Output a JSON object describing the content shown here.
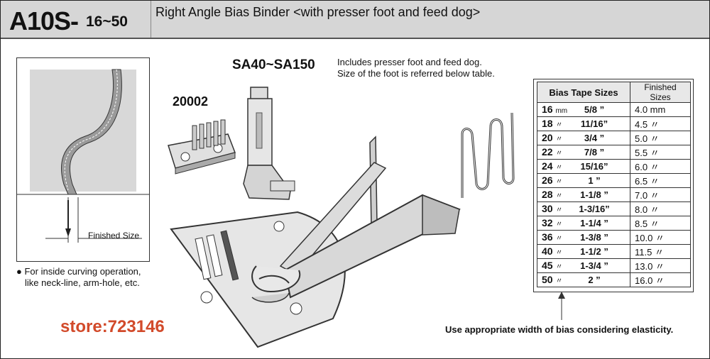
{
  "header": {
    "model": "A10S-",
    "range": "16~50",
    "title": "Right Angle Bias Binder  <with presser foot and feed dog>"
  },
  "parts": {
    "feed_dog_code": "20002",
    "presser_foot_code": "SA40~SA150"
  },
  "notes": {
    "includes_line1": "Includes presser foot and feed dog.",
    "includes_line2": "Size of the foot is referred below table.",
    "finished_size_label": "Finished Size",
    "bullet_line1": "For inside curving operation,",
    "bullet_line2": "like neck-line, arm-hole, etc.",
    "elasticity_note": "Use appropriate width of bias considering elasticity."
  },
  "table": {
    "headers": [
      "Bias Tape Sizes",
      "Finished Sizes"
    ],
    "rows": [
      {
        "mm": "16",
        "unit": "mm",
        "inch": "5/8 ”",
        "finished": "4.0 mm"
      },
      {
        "mm": "18",
        "unit": "〃",
        "inch": "11/16”",
        "finished": "4.5 〃"
      },
      {
        "mm": "20",
        "unit": "〃",
        "inch": "3/4 ”",
        "finished": "5.0 〃"
      },
      {
        "mm": "22",
        "unit": "〃",
        "inch": "7/8 ”",
        "finished": "5.5 〃"
      },
      {
        "mm": "24",
        "unit": "〃",
        "inch": "15/16”",
        "finished": "6.0 〃"
      },
      {
        "mm": "26",
        "unit": "〃",
        "inch": "1 ”",
        "finished": "6.5 〃"
      },
      {
        "mm": "28",
        "unit": "〃",
        "inch": "1-1/8 ”",
        "finished": "7.0 〃"
      },
      {
        "mm": "30",
        "unit": "〃",
        "inch": "1-3/16”",
        "finished": "8.0 〃"
      },
      {
        "mm": "32",
        "unit": "〃",
        "inch": "1-1/4 ”",
        "finished": "8.5 〃"
      },
      {
        "mm": "36",
        "unit": "〃",
        "inch": "1-3/8 ”",
        "finished": "10.0 〃"
      },
      {
        "mm": "40",
        "unit": "〃",
        "inch": "1-1/2 ”",
        "finished": "11.5 〃"
      },
      {
        "mm": "45",
        "unit": "〃",
        "inch": "1-3/4 ”",
        "finished": "13.0 〃"
      },
      {
        "mm": "50",
        "unit": "〃",
        "inch": "2 ”",
        "finished": "16.0 〃"
      }
    ]
  },
  "store": "store:723146",
  "colors": {
    "header_bg": "#d6d6d6",
    "store_red": "#d24a2a"
  }
}
